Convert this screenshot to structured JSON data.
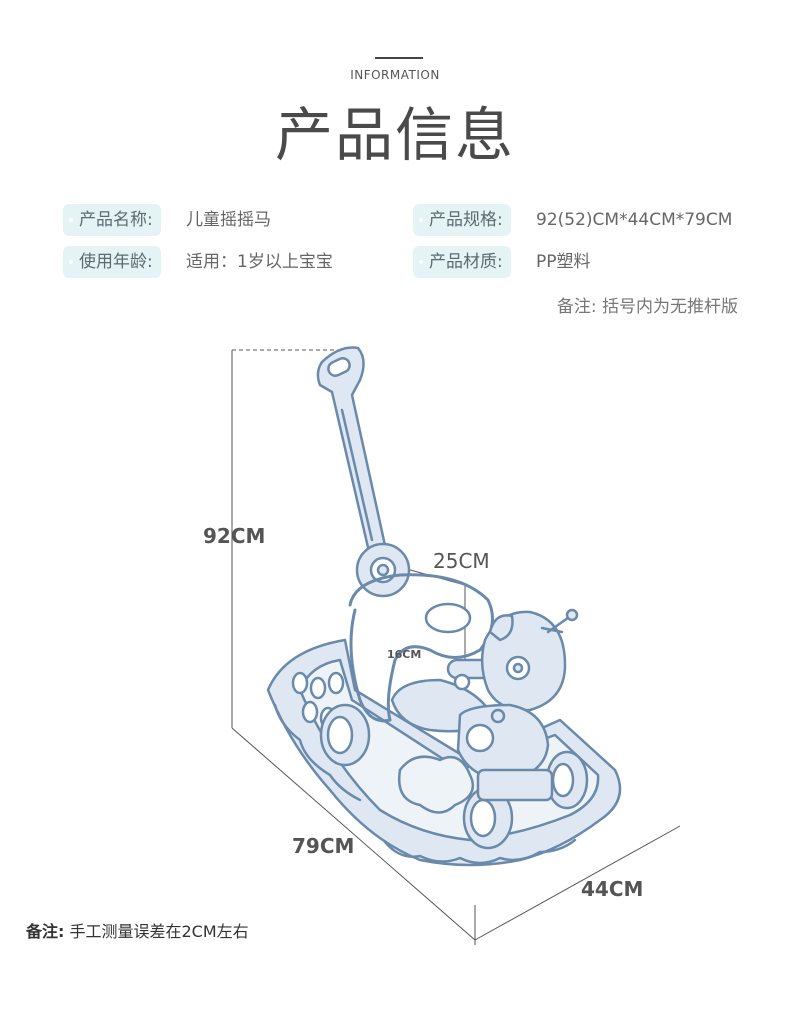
{
  "header": {
    "subtitle": "INFORMATION",
    "title": "产品信息"
  },
  "specs": {
    "name_label": "产品名称:",
    "name_value": "儿童摇摇马",
    "age_label": "使用年龄:",
    "age_value": "适用：1岁以上宝宝",
    "size_label": "产品规格:",
    "size_value": "92(52)CM*44CM*79CM",
    "material_label": "产品材质:",
    "material_value": "PP塑料",
    "note": "备注: 括号内为无推杆版"
  },
  "dimensions": {
    "height": "92CM",
    "handle": "25CM",
    "seat": "16CM",
    "length": "79CM",
    "width": "44CM"
  },
  "footer": {
    "note_label": "备注:",
    "note_text": "手工测量误差在2CM左右"
  },
  "colors": {
    "outline": "#6a8aab",
    "fill": "#dfe8f2",
    "label_bg": "#e4f4f5"
  }
}
